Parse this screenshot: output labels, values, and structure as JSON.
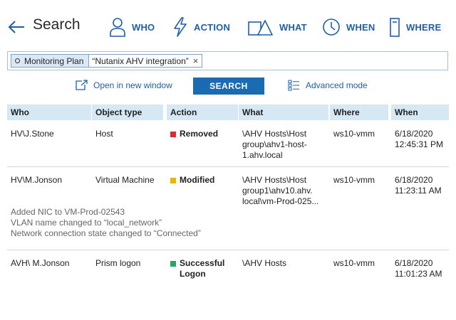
{
  "header": {
    "title": "Search",
    "nav": [
      {
        "label": "WHO",
        "icon": "user-icon"
      },
      {
        "label": "ACTION",
        "icon": "lightning-icon"
      },
      {
        "label": "WHAT",
        "icon": "object-shapes-icon"
      },
      {
        "label": "WHEN",
        "icon": "clock-icon"
      },
      {
        "label": "WHERE",
        "icon": "server-icon"
      }
    ]
  },
  "search": {
    "chip_key": "Monitoring Plan",
    "chip_value": "“Nutanix AHV integration”",
    "chip_remove": "×"
  },
  "actions": {
    "open_new_window": "Open in new window",
    "search_button": "SEARCH",
    "advanced_mode": "Advanced mode"
  },
  "table": {
    "columns": [
      "Who",
      "Object type",
      "Action",
      "What",
      "Where",
      "When"
    ],
    "rows": [
      {
        "who": "HV\\J.Stone",
        "object_type": "Host",
        "action": "Removed",
        "action_color": "#e02b2b",
        "what": [
          "\\AHV Hosts\\Host",
          "group\\ahv1-host-",
          "1.ahv.local"
        ],
        "where": "ws10-vmm",
        "when": [
          "6/18/2020",
          "12:45:31 PM"
        ],
        "details": []
      },
      {
        "who": "HV\\M.Jonson",
        "object_type": "Virtual Machine",
        "action": "Modified",
        "action_color": "#f0b400",
        "what": [
          "\\AHV Hosts\\Host",
          "group1\\ahv10.ahv.",
          "local\\vm-Prod-025..."
        ],
        "where": "ws10-vmm",
        "when": [
          "6/18/2020",
          "11:23:11 AM"
        ],
        "details": [
          "Added NIC to VM-Prod-02543",
          "VLAN name changed to “local_network”",
          "Network connection state changed to “Connected”"
        ]
      },
      {
        "who": "AVH\\ M.Jonson",
        "object_type": "Prism logon",
        "action": "Successful Logon",
        "action_lines": [
          "Successful",
          "Logon"
        ],
        "action_color": "#1ea86b",
        "what": [
          "\\AHV Hosts"
        ],
        "where": "ws10-vmm",
        "when": [
          "6/18/2020",
          "11:01:23 AM"
        ],
        "details": []
      }
    ]
  }
}
